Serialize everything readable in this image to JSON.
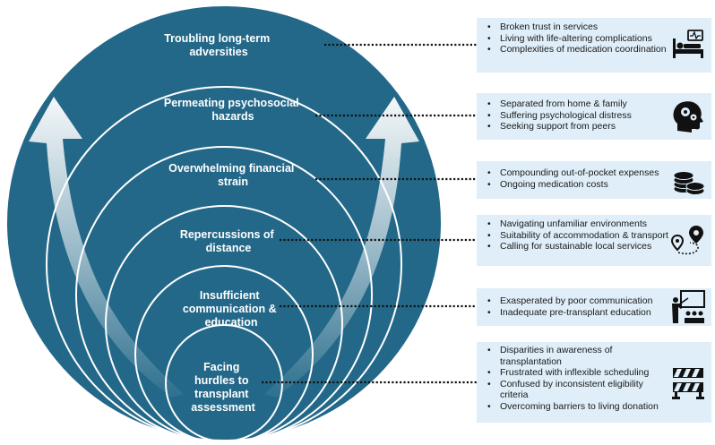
{
  "levels": [
    {
      "line1": "Troubling long-term",
      "line2": "adversities"
    },
    {
      "line1": "Permeating psychosocial",
      "line2": "hazards"
    },
    {
      "line1": "Overwhelming financial",
      "line2": "strain"
    },
    {
      "line1": "Repercussions of",
      "line2": "distance"
    },
    {
      "line1": "Insufficient",
      "line2": "communication &",
      "line3": "education"
    },
    {
      "line1": "Facing",
      "line2": "hurdles to",
      "line3": "transplant",
      "line4": "assessment"
    }
  ],
  "boxes": [
    {
      "icon": "hospital-bed-icon",
      "items": [
        "Broken trust in services",
        "Living with life-altering complications",
        "Complexities of medication coordination"
      ]
    },
    {
      "icon": "head-gears-icon",
      "items": [
        "Separated from home & family",
        "Suffering psychological distress",
        "Seeking support from peers"
      ]
    },
    {
      "icon": "coins-icon",
      "items": [
        "Compounding out-of-pocket expenses",
        "Ongoing medication costs"
      ]
    },
    {
      "icon": "map-route-icon",
      "items": [
        "Navigating unfamiliar environments",
        "Suitability of accommodation & transport",
        "Calling for sustainable local services"
      ]
    },
    {
      "icon": "presentation-icon",
      "items": [
        "Exasperated by poor communication",
        "Inadequate pre-transplant education"
      ]
    },
    {
      "icon": "roadblock-icon",
      "items": [
        "Disparities in awareness of transplantation",
        "Frustrated with inflexible scheduling",
        "Confused by inconsistent eligibility criteria",
        "Overcoming barriers to living donation"
      ]
    }
  ],
  "colors": {
    "circle": "#236888",
    "ring_line": "#ffffff",
    "box_fill": "#dfeef8",
    "connector": "#111111"
  }
}
